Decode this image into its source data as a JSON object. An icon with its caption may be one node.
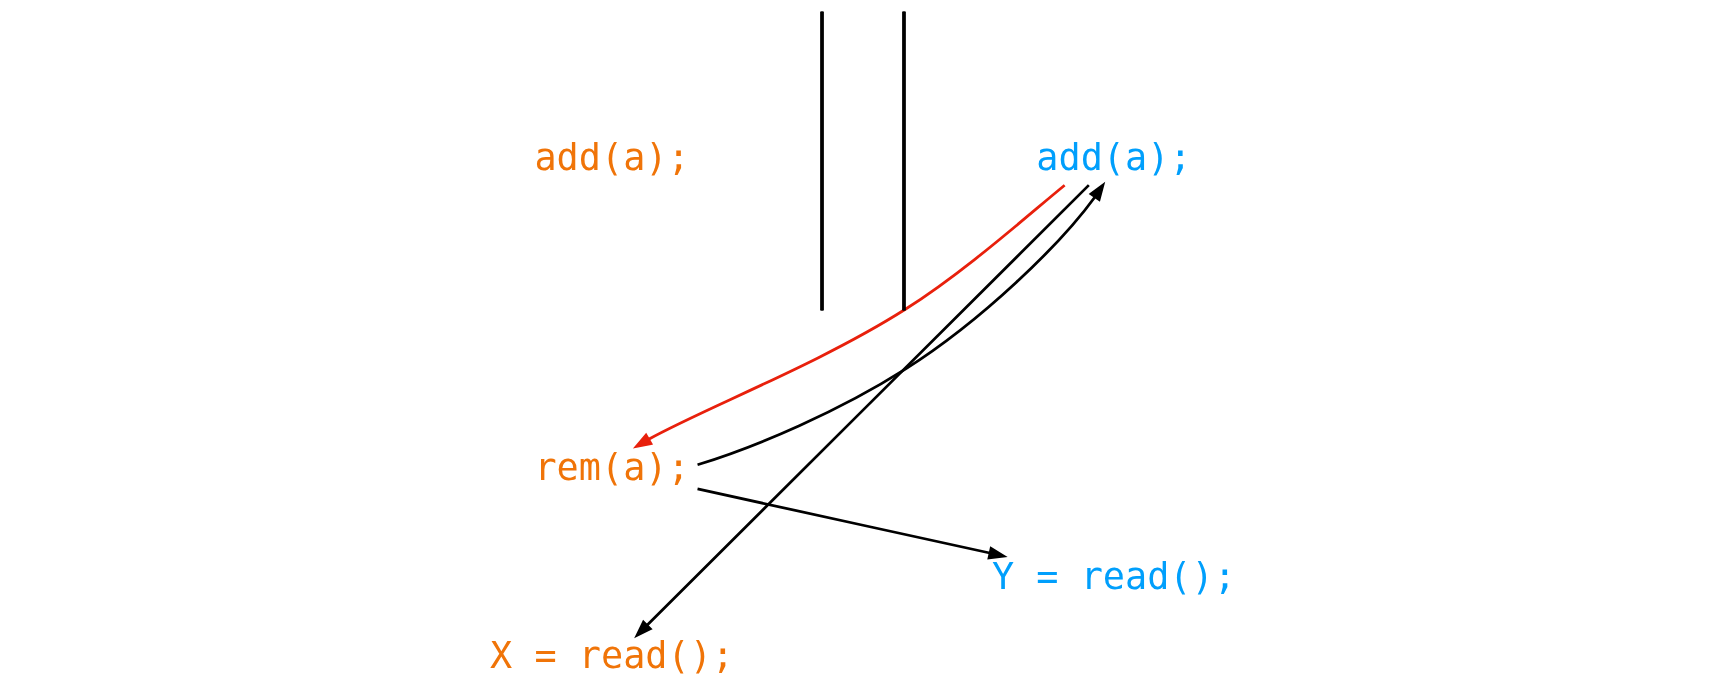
{
  "diagram": {
    "nodes": [
      {
        "text": [
          "add(a);"
        ]
      },
      {
        "text": [
          "add(a);"
        ]
      },
      {
        "text": [
          "rem(a);"
        ]
      },
      {
        "text": [
          "X = read();"
        ]
      },
      {
        "text": [
          "Y = read();"
        ]
      },
      {
        "text": [],
        "shape": "bar"
      },
      {
        "text": [],
        "shape": "bar"
      }
    ],
    "edges": [
      {
        "from": 2,
        "to": 1,
        "arrow": "to"
      },
      {
        "from": 1,
        "to": 2,
        "arrow": "to",
        "color": "#e8200c"
      },
      {
        "from": 1,
        "to": 3,
        "arrow": "to"
      },
      {
        "from": 2,
        "to": 4,
        "arrow": "to"
      }
    ]
  }
}
